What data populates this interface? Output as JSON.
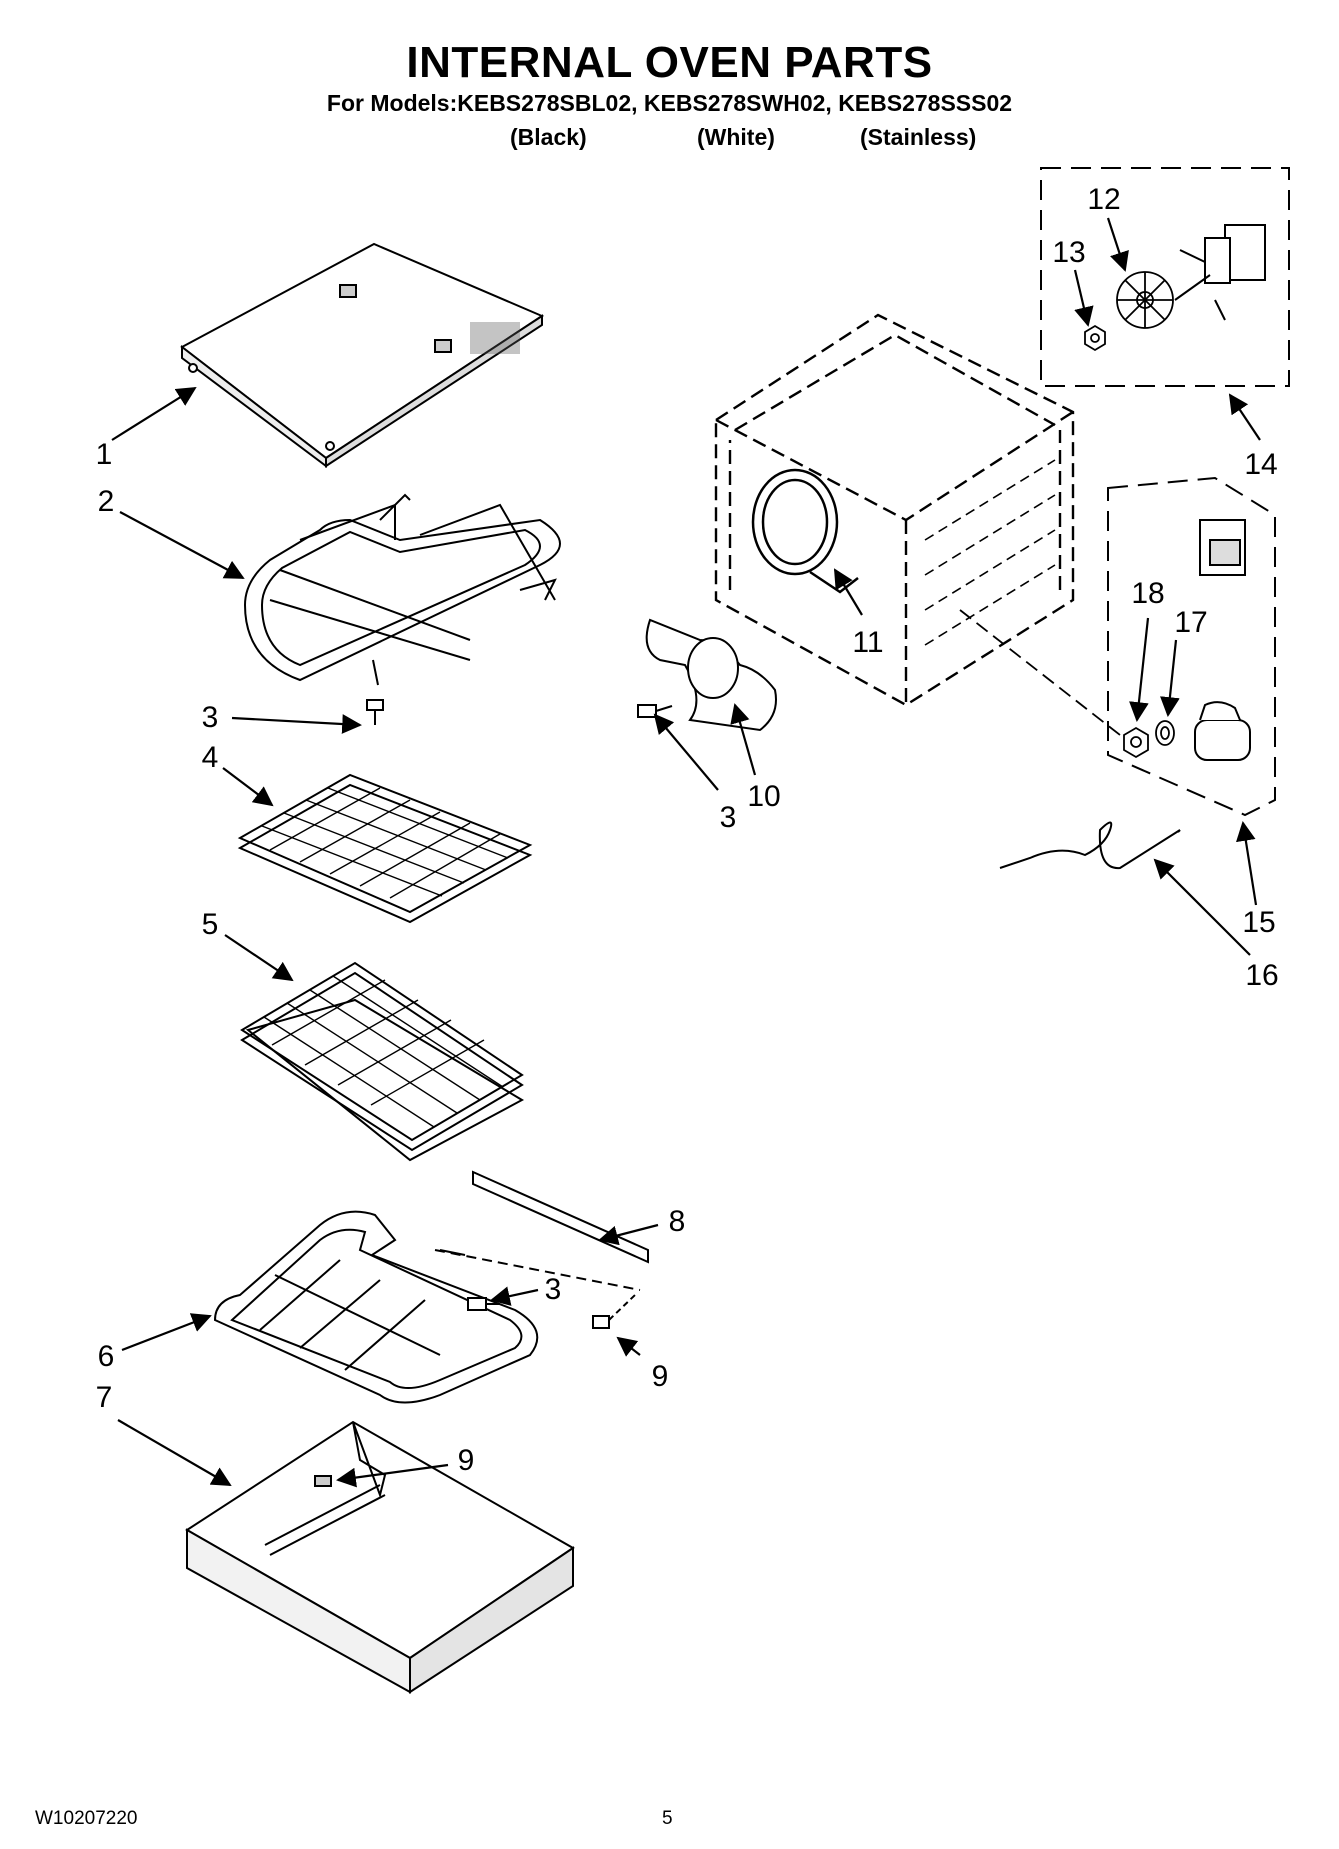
{
  "header": {
    "title": "INTERNAL OVEN PARTS",
    "subtitle": "For Models:KEBS278SBL02, KEBS278SWH02, KEBS278SSS02",
    "variants": [
      "(Black)",
      "(White)",
      "(Stainless)"
    ]
  },
  "footer": {
    "doc_code": "W10207220",
    "page_number": "5"
  },
  "callouts": [
    {
      "id": "c1",
      "label": "1"
    },
    {
      "id": "c2",
      "label": "2"
    },
    {
      "id": "c3a",
      "label": "3"
    },
    {
      "id": "c4",
      "label": "4"
    },
    {
      "id": "c5",
      "label": "5"
    },
    {
      "id": "c6",
      "label": "6"
    },
    {
      "id": "c7",
      "label": "7"
    },
    {
      "id": "c8",
      "label": "8"
    },
    {
      "id": "c3b",
      "label": "3"
    },
    {
      "id": "c9a",
      "label": "9"
    },
    {
      "id": "c9b",
      "label": "9"
    },
    {
      "id": "c3c",
      "label": "3"
    },
    {
      "id": "c10",
      "label": "10"
    },
    {
      "id": "c11",
      "label": "11"
    },
    {
      "id": "c12",
      "label": "12"
    },
    {
      "id": "c13",
      "label": "13"
    },
    {
      "id": "c14",
      "label": "14"
    },
    {
      "id": "c15",
      "label": "15"
    },
    {
      "id": "c16",
      "label": "16"
    },
    {
      "id": "c17",
      "label": "17"
    },
    {
      "id": "c18",
      "label": "18"
    }
  ]
}
